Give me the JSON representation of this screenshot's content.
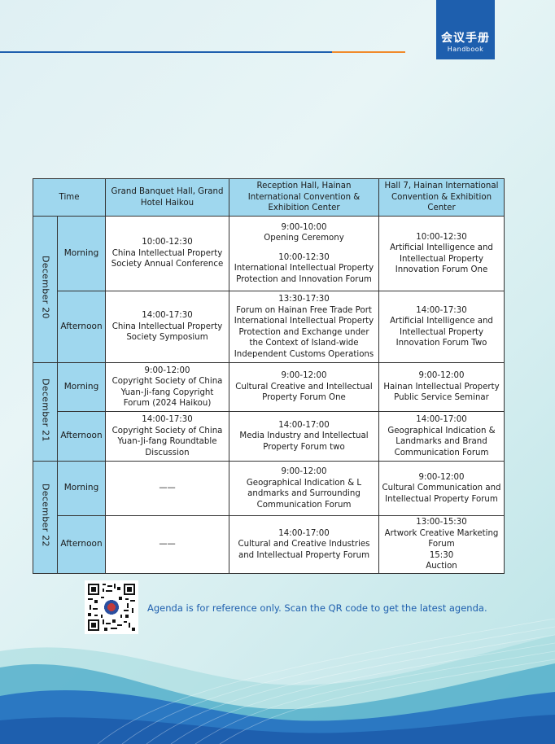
{
  "header": {
    "tab_cn": "会议手册",
    "tab_en": "Handbook"
  },
  "table": {
    "headers": [
      "Time",
      "Grand Banquet Hall, Grand Hotel Haikou",
      "Reception Hall, Hainan International Convention & Exhibition Center",
      "Hall 7, Hainan International Convention & Exhibition Center"
    ],
    "days": [
      {
        "date": "December 20",
        "periods": [
          {
            "label": "Morning",
            "cells": [
              "10:00-12:30\nChina Intellectual Property Society Annual Conference",
              "9:00-10:00\nOpening Ceremony",
              "10:00-12:30\nArtificial Intelligence and Intellectual Property Innovation Forum One"
            ],
            "cell2_extra": "10:00-12:30\nInternational Intellectual Property Protection and Innovation Forum"
          },
          {
            "label": "Afternoon",
            "cells": [
              "14:00-17:30\nChina Intellectual Property Society Symposium",
              "13:30-17:30\nForum on Hainan Free Trade Port International Intellectual Property Protection and Exchange under the Context of Island-wide Independent Customs Operations",
              "14:00-17:30\nArtificial Intelligence and Intellectual Property Innovation Forum Two"
            ]
          }
        ]
      },
      {
        "date": "December 21",
        "periods": [
          {
            "label": "Morning",
            "cells": [
              "9:00-12:00\nCopyright Society of China Yuan-Ji-fang Copyright Forum (2024 Haikou)",
              "9:00-12:00\nCultural Creative and Intellectual Property Forum One",
              "9:00-12:00\nHainan Intellectual Property Public Service Seminar"
            ]
          },
          {
            "label": "Afternoon",
            "cells": [
              "14:00-17:30\nCopyright Society of China Yuan-Ji-fang Roundtable Discussion",
              "14:00-17:00\nMedia Industry and Intellectual Property Forum two",
              "14:00-17:00\nGeographical Indication & Landmarks and Brand Communication Forum"
            ]
          }
        ]
      },
      {
        "date": "December 22",
        "periods": [
          {
            "label": "Morning",
            "cells": [
              "——",
              "9:00-12:00\nGeographical Indication & L andmarks and Surrounding Communication Forum",
              "9:00-12:00\nCultural Communication and Intellectual Property Forum"
            ]
          },
          {
            "label": "Afternoon",
            "cells": [
              "——",
              "14:00-17:00\nCultural and Creative Industries and Intellectual Property Forum",
              "13:00-15:30\nArtwork Creative Marketing Forum\n15:30\nAuction"
            ]
          }
        ]
      }
    ]
  },
  "footer": {
    "note": "Agenda is for reference only. Scan the QR code to get the latest agenda."
  },
  "colors": {
    "brand_blue": "#1e5fae",
    "accent_orange": "#f08a2b",
    "cell_blue": "#9fd7ee"
  }
}
